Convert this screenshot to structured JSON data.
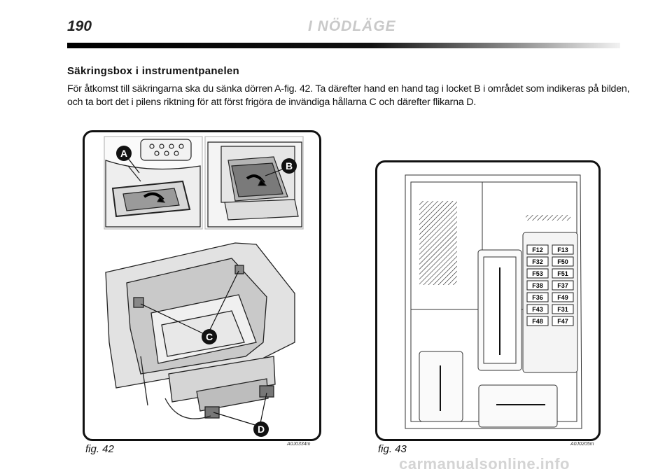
{
  "header": {
    "page_number": "190",
    "running_head": "I NÖDLÄGE"
  },
  "section": {
    "title": "Säkringsbox i instrumentpanelen",
    "paragraph_lines": [
      "För åtkomst till säkringarna ska du sänka dörren A-fig. 42. Ta därefter hand en hand tag i locket B i området som indikeras på bilden,",
      "och ta bort det i pilens riktning för att först frigöra de invändiga hållarna C och därefter flikarna D."
    ]
  },
  "figures": {
    "fig42": {
      "caption": "fig. 42",
      "code": "A0J0334m",
      "callouts": [
        "A",
        "B",
        "C",
        "D"
      ]
    },
    "fig43": {
      "caption": "fig. 43",
      "code": "A0J0205m",
      "fuses": [
        [
          "F12",
          "F13"
        ],
        [
          "F32",
          "F50"
        ],
        [
          "F53",
          "F51"
        ],
        [
          "F38",
          "F37"
        ],
        [
          "F36",
          "F49"
        ],
        [
          "F43",
          "F31"
        ],
        [
          "F48",
          "F47"
        ]
      ]
    }
  },
  "watermark": "carmanualsonline.info"
}
